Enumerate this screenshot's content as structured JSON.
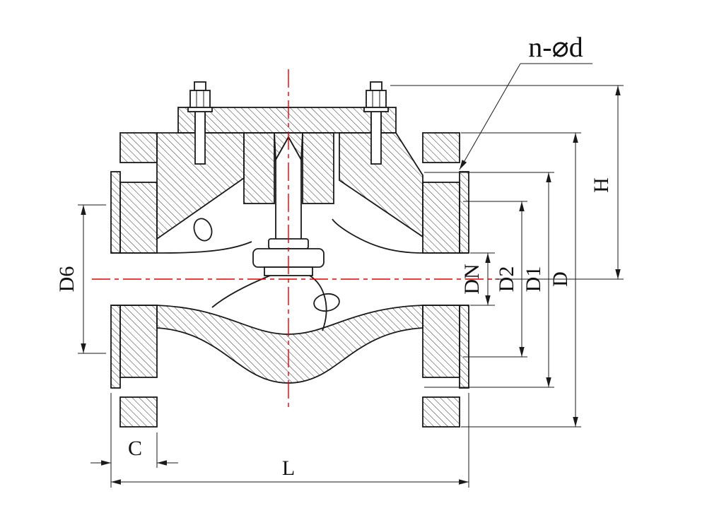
{
  "drawing": {
    "callout": "n-⌀d",
    "dimensions": {
      "height": "H",
      "flange_od": "D",
      "bolt_circle": "D1",
      "raised_face": "D2",
      "nominal_bore": "DN",
      "left_diameter": "D6",
      "flange_thickness": "C",
      "face_to_face": "L"
    },
    "colors": {
      "line": "#1a1a1a",
      "centerline": "#e60000",
      "background": "#ffffff"
    }
  }
}
